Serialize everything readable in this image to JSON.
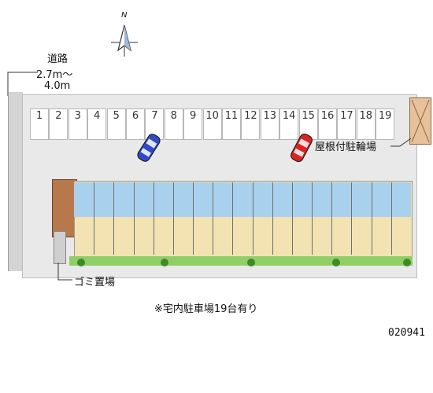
{
  "compass": {
    "north_label": "N"
  },
  "road": {
    "name": "道路",
    "width_line1": "2.7m～",
    "width_line2": "4.0m"
  },
  "parking": {
    "stalls": [
      "1",
      "2",
      "3",
      "4",
      "5",
      "6",
      "7",
      "8",
      "9",
      "10",
      "11",
      "12",
      "13",
      "14",
      "15",
      "16",
      "17",
      "18",
      "19"
    ]
  },
  "labels": {
    "bike_parking": "屋根付駐輪場",
    "garbage": "ゴミ置場",
    "note": "※宅内駐車場19台有り"
  },
  "property_id": "020941",
  "colors": {
    "lot": "#e9e9e9",
    "building_units": "#a9d1ee",
    "building_base": "#f3e2b2",
    "greenery": "#8fcf66",
    "car_blue": "#2f49c7",
    "car_red": "#d92424"
  }
}
